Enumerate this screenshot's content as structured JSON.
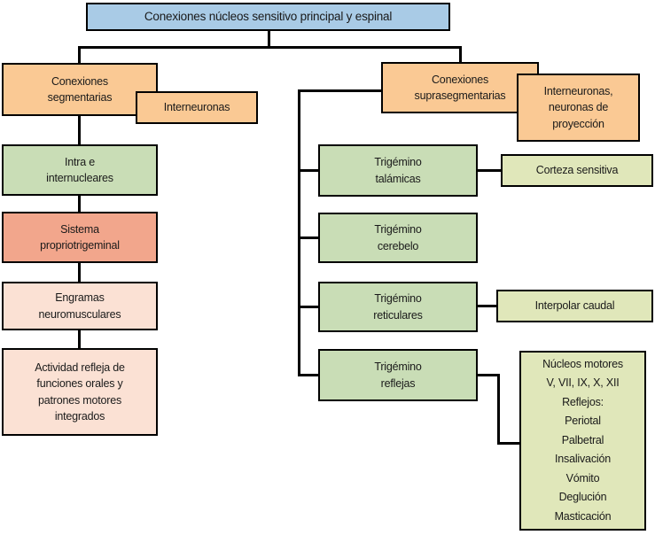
{
  "diagram": {
    "root": {
      "label": "Conexiones núcleos sensitivo principal y espinal"
    },
    "left_branch": {
      "header": {
        "label": "Conexiones\nsegmentarias"
      },
      "note": {
        "label": "Interneuronas"
      },
      "chain": [
        {
          "label": "Intra e\ninternucleares"
        },
        {
          "label": "Sistema\npropriotrigeminal"
        },
        {
          "label": "Engramas\nneuromusculares"
        },
        {
          "label": "Actividad refleja de\nfunciones orales y\npatrones motores\nintegrados"
        }
      ]
    },
    "right_branch": {
      "header": {
        "label": "Conexiones\nsuprasegmentarias"
      },
      "note": {
        "label": "Interneuronas,\nneuronas de\nproyección"
      },
      "nodes": [
        {
          "label": "Trigémino\ntalámicas"
        },
        {
          "label": "Trigémino\ncerebelo"
        },
        {
          "label": "Trigémino\nreticulares"
        },
        {
          "label": "Trigémino\nreflejas"
        }
      ],
      "targets": [
        {
          "label": "Corteza sensitiva"
        },
        {
          "label": "Interpolar caudal"
        },
        {
          "label": "Núcleos motores\nV, VII, IX, X, XII\nReflejos:\nPeriotal\nPalbetral\nInsalivación\nVómito\nDeglución\nMasticación"
        }
      ]
    },
    "colors": {
      "root_bg": "#A9CBE6",
      "header_bg": "#FAC994",
      "green_bg": "#C9DDB6",
      "salmon_bg": "#F2A68C",
      "pink_bg": "#FBE1D4",
      "yellow_green_bg": "#E0E7BA",
      "border": "#000000",
      "connector": "#000000"
    }
  }
}
